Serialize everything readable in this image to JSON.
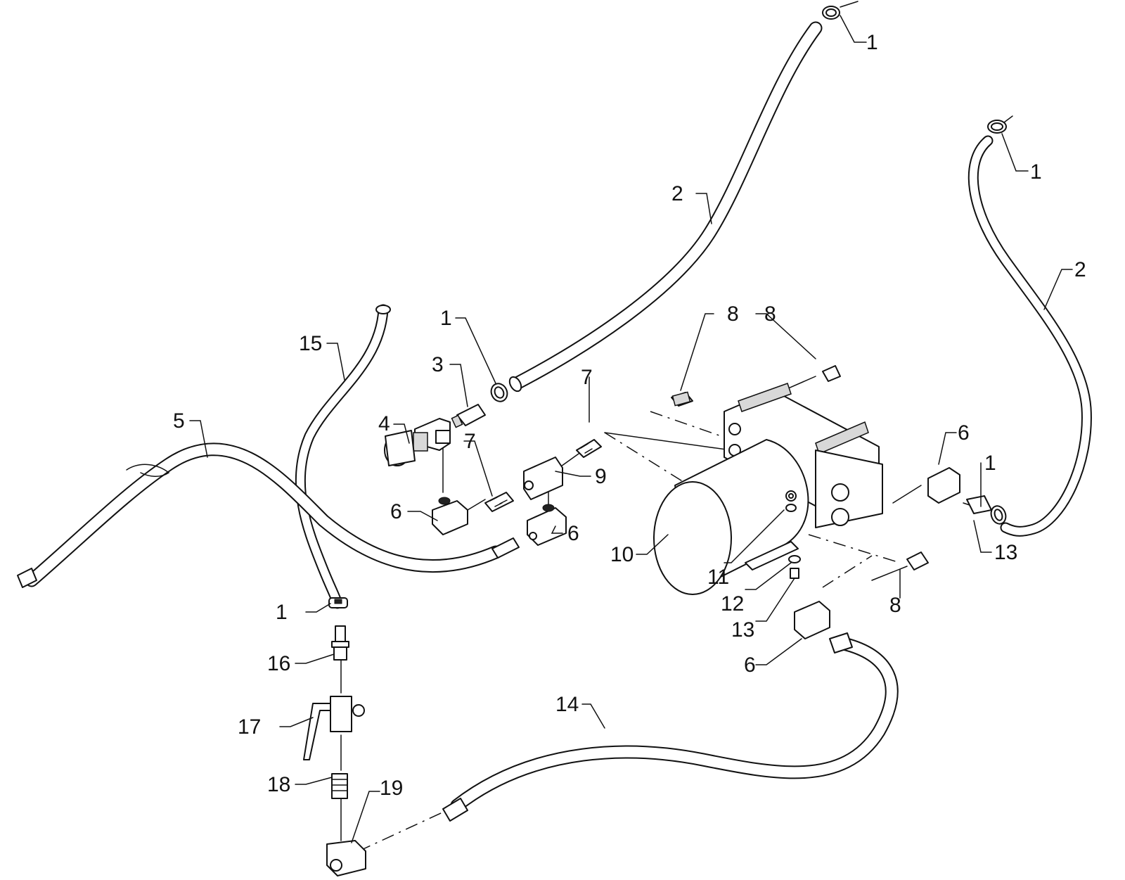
{
  "callouts": [
    {
      "id": "c1-top",
      "text": "1"
    },
    {
      "id": "c1-right",
      "text": "1"
    },
    {
      "id": "c2-top",
      "text": "2"
    },
    {
      "id": "c2-right",
      "text": "2"
    },
    {
      "id": "c1-mid",
      "text": "1"
    },
    {
      "id": "c3",
      "text": "3"
    },
    {
      "id": "c4",
      "text": "4"
    },
    {
      "id": "c15",
      "text": "15"
    },
    {
      "id": "c5",
      "text": "5"
    },
    {
      "id": "c7-left",
      "text": "7"
    },
    {
      "id": "c7-right",
      "text": "7"
    },
    {
      "id": "c8-left",
      "text": "8"
    },
    {
      "id": "c8-right",
      "text": "8"
    },
    {
      "id": "c9",
      "text": "9"
    },
    {
      "id": "c6-left",
      "text": "6"
    },
    {
      "id": "c6-mid",
      "text": "6"
    },
    {
      "id": "c6-right",
      "text": "6"
    },
    {
      "id": "c1-rightfit",
      "text": "1"
    },
    {
      "id": "c13-right",
      "text": "13"
    },
    {
      "id": "c10",
      "text": "10"
    },
    {
      "id": "c11",
      "text": "11"
    },
    {
      "id": "c12",
      "text": "12"
    },
    {
      "id": "c13-mid",
      "text": "13"
    },
    {
      "id": "c8-bottom",
      "text": "8"
    },
    {
      "id": "c6-bottom",
      "text": "6"
    },
    {
      "id": "c1-bottom",
      "text": "1"
    },
    {
      "id": "c16",
      "text": "16"
    },
    {
      "id": "c17",
      "text": "17"
    },
    {
      "id": "c14",
      "text": "14"
    },
    {
      "id": "c18",
      "text": "18"
    },
    {
      "id": "c19",
      "text": "19"
    }
  ]
}
